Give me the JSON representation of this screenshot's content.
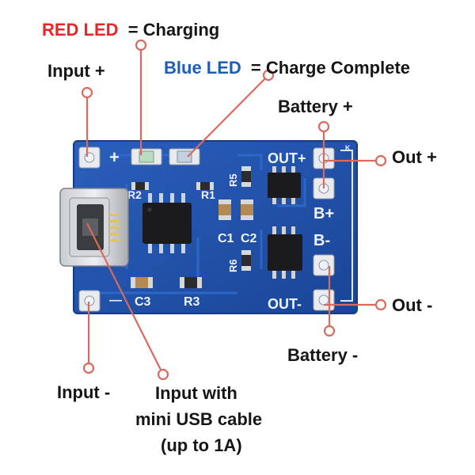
{
  "labels": {
    "red_led": "RED LED",
    "charging": "= Charging",
    "input_plus": "Input +",
    "blue_led": "Blue LED",
    "charge_complete": "= Charge Complete",
    "battery_plus": "Battery +",
    "out_plus": "Out +",
    "out_minus": "Out -",
    "battery_minus": "Battery -",
    "input_minus": "Input -",
    "usb_line1": "Input with",
    "usb_line2": "mini USB cable",
    "usb_line3": "(up to 1A)"
  },
  "silkscreen": {
    "plus": "+",
    "r2": "R2",
    "r1": "R1",
    "r5": "R5",
    "r6": "R6",
    "c1": "C1",
    "c2": "C2",
    "c3": "C3",
    "r3": "R3",
    "out_plus": "OUT+",
    "out_minus": "OUT-",
    "b_plus": "B+",
    "b_minus": "B-",
    "minus": "—",
    "corner_k": "K"
  },
  "colors": {
    "label_red": "#e8262a",
    "label_blue": "#1d5fb4",
    "label_dark": "#161616",
    "leader": "#d96a5e",
    "pcb": "#1f4fa8",
    "silkscreen": "#eef3ff"
  }
}
